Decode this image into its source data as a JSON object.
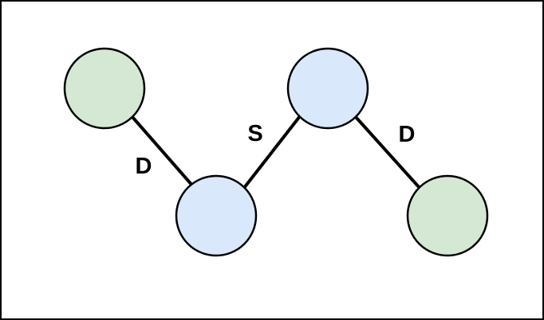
{
  "colors": {
    "node_green": "#d5e8d4",
    "node_blue": "#dae8fc",
    "stroke": "#000000",
    "frame": "#000000",
    "background": "#ffffff"
  },
  "nodes": [
    {
      "id": "node-1",
      "fill": "green"
    },
    {
      "id": "node-2",
      "fill": "blue"
    },
    {
      "id": "node-3",
      "fill": "blue"
    },
    {
      "id": "node-4",
      "fill": "green"
    }
  ],
  "edges": [
    {
      "from": "node-1",
      "to": "node-2",
      "label": "D"
    },
    {
      "from": "node-2",
      "to": "node-3",
      "label": "S"
    },
    {
      "from": "node-3",
      "to": "node-4",
      "label": "D"
    }
  ]
}
